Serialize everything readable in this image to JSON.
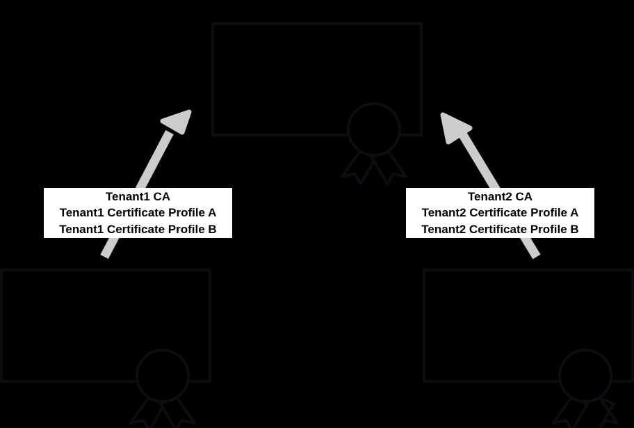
{
  "diagram": {
    "background_color": "#000000",
    "stroke_color": "#0d0d12",
    "arrow_color": "#cccccc",
    "label_bg_color": "#ffffff",
    "label_text_color": "#000000",
    "nodes": [
      {
        "id": "top-certificate",
        "name": "top-certificate-node",
        "icon": "certificate-seal-icon",
        "text": ""
      },
      {
        "id": "bottom-left-certificate",
        "name": "bottom-left-certificate-node",
        "icon": "certificate-seal-icon",
        "text": ""
      },
      {
        "id": "bottom-right-certificate",
        "name": "bottom-right-certificate-node",
        "icon": "certificate-seal-icon",
        "text": ""
      }
    ],
    "arrows": [
      {
        "id": "arrow-tenant1",
        "name": "arrow-bottom-left-to-top",
        "from": "bottom-left-certificate",
        "to": "top-certificate"
      },
      {
        "id": "arrow-tenant2",
        "name": "arrow-bottom-right-to-top",
        "from": "bottom-right-certificate",
        "to": "top-certificate"
      }
    ],
    "labels": {
      "tenant1": {
        "line1": "Tenant1 CA",
        "line2": "Tenant1 Certificate Profile A",
        "line3": "Tenant1 Certificate Profile B"
      },
      "tenant2": {
        "line1": "Tenant2 CA",
        "line2": "Tenant2 Certificate Profile A",
        "line3": "Tenant2 Certificate Profile B"
      }
    }
  }
}
